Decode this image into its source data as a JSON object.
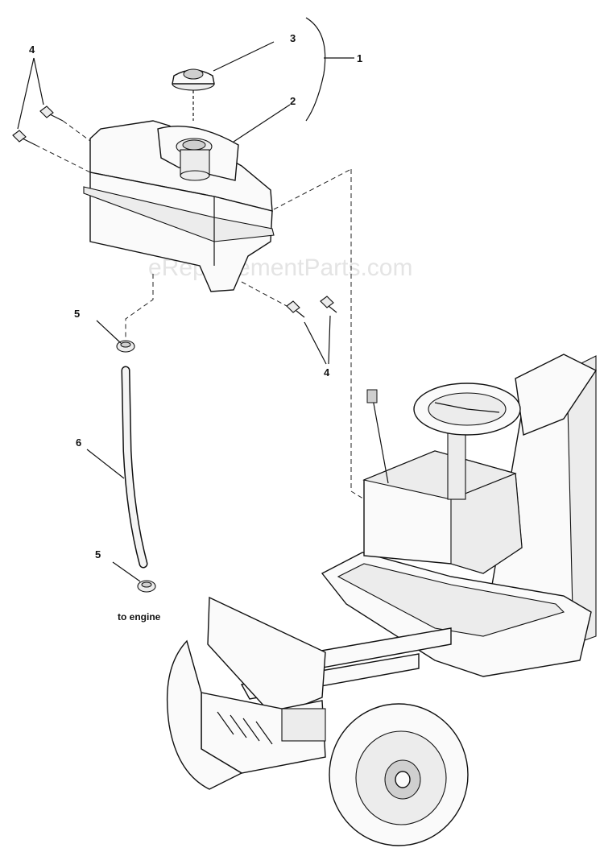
{
  "watermark": "eReplacementParts.com",
  "callouts": {
    "c1": "1",
    "c2": "2",
    "c3": "3",
    "c4a": "4",
    "c4b": "4",
    "c5a": "5",
    "c5b": "5",
    "c6": "6"
  },
  "note": "to engine"
}
